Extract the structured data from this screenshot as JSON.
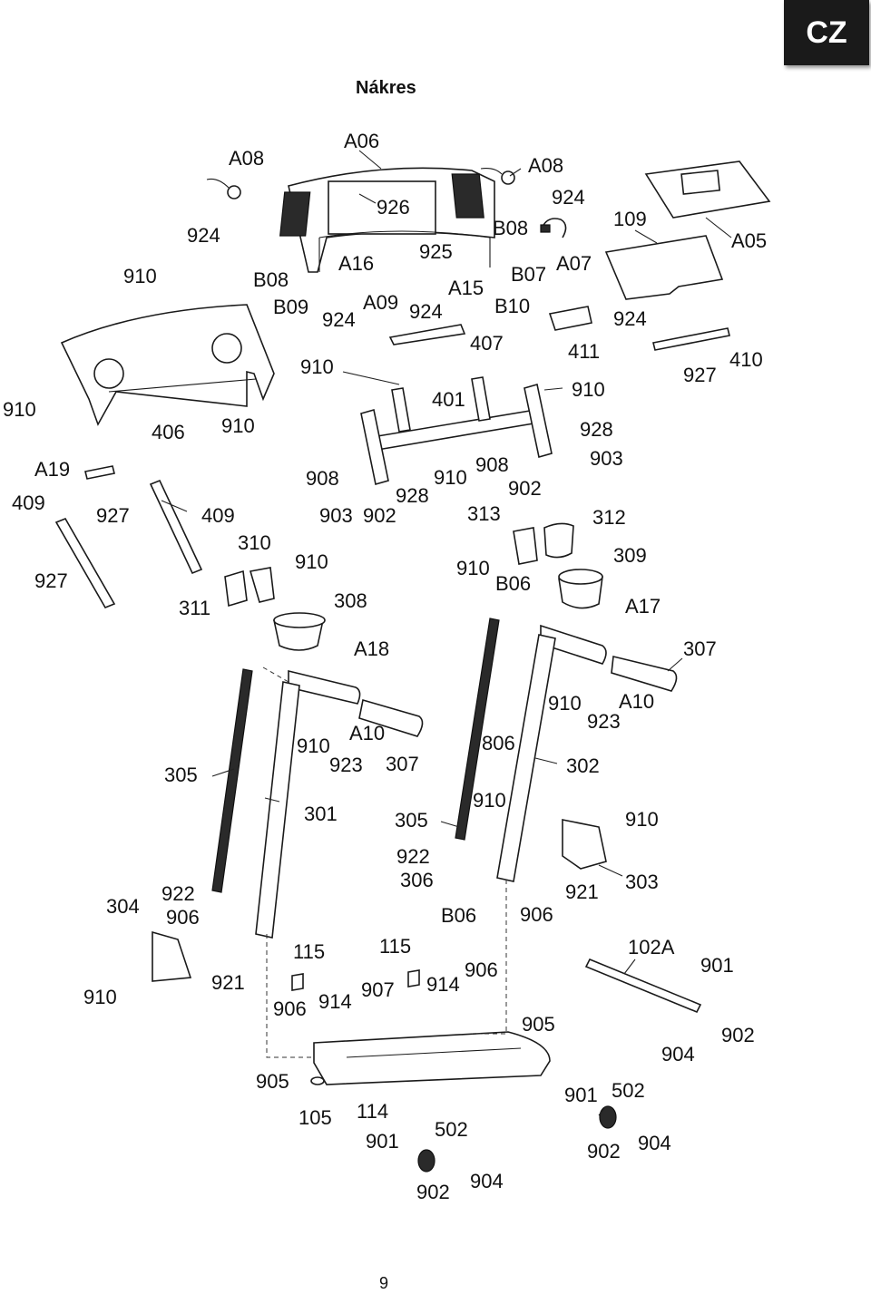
{
  "header": {
    "lang_badge": "CZ",
    "title": "Nákres"
  },
  "footer": {
    "page_number": "9"
  },
  "labels": [
    {
      "id": "a06",
      "text": "A06"
    },
    {
      "id": "a08-left",
      "text": "A08"
    },
    {
      "id": "a08-right",
      "text": "A08"
    },
    {
      "id": "924-a",
      "text": "924"
    },
    {
      "id": "924-b",
      "text": "924"
    },
    {
      "id": "924-c",
      "text": "924"
    },
    {
      "id": "924-d",
      "text": "924"
    },
    {
      "id": "924-e",
      "text": "924"
    },
    {
      "id": "926",
      "text": "926"
    },
    {
      "id": "925",
      "text": "925"
    },
    {
      "id": "b08-left",
      "text": "B08"
    },
    {
      "id": "b08-right",
      "text": "B08"
    },
    {
      "id": "a16",
      "text": "A16"
    },
    {
      "id": "a15",
      "text": "A15"
    },
    {
      "id": "b09",
      "text": "B09"
    },
    {
      "id": "a09",
      "text": "A09"
    },
    {
      "id": "b07",
      "text": "B07"
    },
    {
      "id": "a07",
      "text": "A07"
    },
    {
      "id": "b10",
      "text": "B10"
    },
    {
      "id": "109",
      "text": "109"
    },
    {
      "id": "a05",
      "text": "A05"
    },
    {
      "id": "910-a",
      "text": "910"
    },
    {
      "id": "910-b",
      "text": "910"
    },
    {
      "id": "910-c",
      "text": "910"
    },
    {
      "id": "910-d",
      "text": "910"
    },
    {
      "id": "910-e",
      "text": "910"
    },
    {
      "id": "910-f",
      "text": "910"
    },
    {
      "id": "910-g",
      "text": "910"
    },
    {
      "id": "910-h",
      "text": "910"
    },
    {
      "id": "910-i",
      "text": "910"
    },
    {
      "id": "910-j",
      "text": "910"
    },
    {
      "id": "910-k",
      "text": "910"
    },
    {
      "id": "910-l",
      "text": "910"
    },
    {
      "id": "910-m",
      "text": "910"
    },
    {
      "id": "407",
      "text": "407"
    },
    {
      "id": "411",
      "text": "411"
    },
    {
      "id": "410",
      "text": "410"
    },
    {
      "id": "927-a",
      "text": "927"
    },
    {
      "id": "927-b",
      "text": "927"
    },
    {
      "id": "927-c",
      "text": "927"
    },
    {
      "id": "401",
      "text": "401"
    },
    {
      "id": "406",
      "text": "406"
    },
    {
      "id": "928-a",
      "text": "928"
    },
    {
      "id": "928-b",
      "text": "928"
    },
    {
      "id": "903-a",
      "text": "903"
    },
    {
      "id": "903-b",
      "text": "903"
    },
    {
      "id": "908-a",
      "text": "908"
    },
    {
      "id": "908-b",
      "text": "908"
    },
    {
      "id": "902-a",
      "text": "902"
    },
    {
      "id": "902-b",
      "text": "902"
    },
    {
      "id": "902-c",
      "text": "902"
    },
    {
      "id": "902-d",
      "text": "902"
    },
    {
      "id": "902-e",
      "text": "902"
    },
    {
      "id": "a19",
      "text": "A19"
    },
    {
      "id": "409-a",
      "text": "409"
    },
    {
      "id": "409-b",
      "text": "409"
    },
    {
      "id": "310",
      "text": "310"
    },
    {
      "id": "311",
      "text": "311"
    },
    {
      "id": "308",
      "text": "308"
    },
    {
      "id": "a18",
      "text": "A18"
    },
    {
      "id": "313",
      "text": "313"
    },
    {
      "id": "312",
      "text": "312"
    },
    {
      "id": "309",
      "text": "309"
    },
    {
      "id": "b06-a",
      "text": "B06"
    },
    {
      "id": "b06-b",
      "text": "B06"
    },
    {
      "id": "a17",
      "text": "A17"
    },
    {
      "id": "307-a",
      "text": "307"
    },
    {
      "id": "307-b",
      "text": "307"
    },
    {
      "id": "a10-a",
      "text": "A10"
    },
    {
      "id": "a10-b",
      "text": "A10"
    },
    {
      "id": "923-a",
      "text": "923"
    },
    {
      "id": "923-b",
      "text": "923"
    },
    {
      "id": "806",
      "text": "806"
    },
    {
      "id": "302",
      "text": "302"
    },
    {
      "id": "305-a",
      "text": "305"
    },
    {
      "id": "305-b",
      "text": "305"
    },
    {
      "id": "301",
      "text": "301"
    },
    {
      "id": "922-a",
      "text": "922"
    },
    {
      "id": "922-b",
      "text": "922"
    },
    {
      "id": "306",
      "text": "306"
    },
    {
      "id": "303",
      "text": "303"
    },
    {
      "id": "921-a",
      "text": "921"
    },
    {
      "id": "921-b",
      "text": "921"
    },
    {
      "id": "906-a",
      "text": "906"
    },
    {
      "id": "906-b",
      "text": "906"
    },
    {
      "id": "906-c",
      "text": "906"
    },
    {
      "id": "906-d",
      "text": "906"
    },
    {
      "id": "304",
      "text": "304"
    },
    {
      "id": "115-a",
      "text": "115"
    },
    {
      "id": "115-b",
      "text": "115"
    },
    {
      "id": "914-a",
      "text": "914"
    },
    {
      "id": "914-b",
      "text": "914"
    },
    {
      "id": "907",
      "text": "907"
    },
    {
      "id": "905-a",
      "text": "905"
    },
    {
      "id": "905-b",
      "text": "905"
    },
    {
      "id": "102a",
      "text": "102A"
    },
    {
      "id": "901-a",
      "text": "901"
    },
    {
      "id": "901-b",
      "text": "901"
    },
    {
      "id": "901-c",
      "text": "901"
    },
    {
      "id": "904-a",
      "text": "904"
    },
    {
      "id": "904-b",
      "text": "904"
    },
    {
      "id": "904-c",
      "text": "904"
    },
    {
      "id": "502-a",
      "text": "502"
    },
    {
      "id": "502-b",
      "text": "502"
    },
    {
      "id": "105",
      "text": "105"
    },
    {
      "id": "114",
      "text": "114"
    }
  ]
}
